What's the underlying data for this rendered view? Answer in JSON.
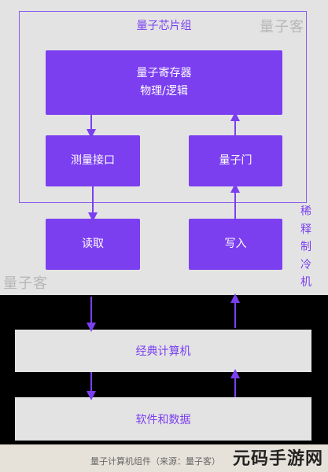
{
  "diagram": {
    "chip_group_label": "量子芯片组",
    "boxes": {
      "register_line1": "量子寄存器",
      "register_line2": "物理/逻辑",
      "measure": "测量接口",
      "gate": "量子门",
      "read": "读取",
      "write": "写入"
    },
    "cooler_chars": [
      "稀",
      "释",
      "制",
      "冷",
      "机"
    ],
    "classical_computer": "经典计算机",
    "software": "软件和数据",
    "accent_color": "#7b3ff0"
  },
  "watermarks": {
    "top_right": "量子客",
    "bottom_left": "量子客"
  },
  "caption": "量子计算机组件（来源：量子客）",
  "brand": "元码手游网"
}
